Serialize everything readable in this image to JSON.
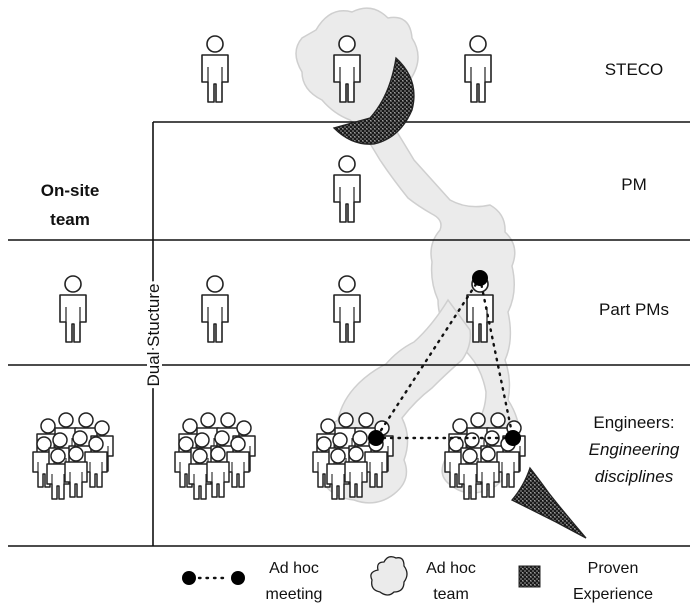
{
  "levels": {
    "steco": "STECO",
    "pm": "PM",
    "part_pms": "Part PMs",
    "engineers_line1": "Engineers:",
    "engineers_line2": "Engineering",
    "engineers_line3": "disciplines"
  },
  "onsite": {
    "line1": "On-site",
    "line2": "team"
  },
  "dual_structure": "Dual Stucture",
  "legend": {
    "meeting_line1": "Ad hoc",
    "meeting_line2": "meeting",
    "team_line1": "Ad hoc",
    "team_line2": "team",
    "experience_line1": "Proven",
    "experience_line2": "Experience"
  }
}
